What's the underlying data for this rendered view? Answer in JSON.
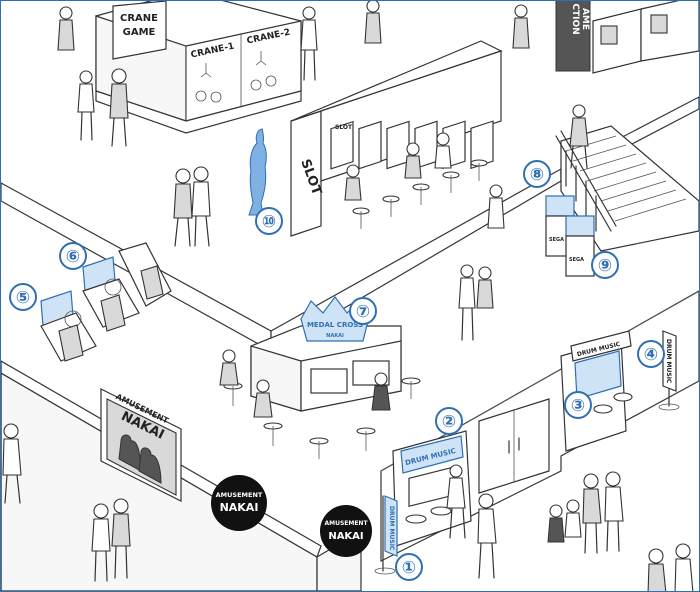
{
  "signs": {
    "crane_game": [
      "CRANE",
      "GAME"
    ],
    "crane_1": "CRANE-1",
    "crane_2": "CRANE-2",
    "action_game": [
      "CTION",
      "AME"
    ],
    "slot_wall": "SLOT",
    "slot_machine": "SLOT",
    "medal_cross": "MEDAL CROSS",
    "medal_cross_sub": "NAKAI",
    "drum_music": "DRUM MUSIC",
    "drum_music_banner": "DRUM MUSIC",
    "poster_amusement": "AMUSEMENT",
    "poster_nakai": "NAKAI",
    "circle_amusement": "AMUSEMENT",
    "circle_nakai": "NAKAI"
  },
  "markers": [
    {
      "label": "①",
      "target": "drum-music-banner"
    },
    {
      "label": "②",
      "target": "drum-music-cabinet-front"
    },
    {
      "label": "③",
      "target": "drum-music-cabinet-right"
    },
    {
      "label": "④",
      "target": "drum-music-stand-sign"
    },
    {
      "label": "⑤",
      "target": "racing-cabinet-left"
    },
    {
      "label": "⑥",
      "target": "racing-cabinet-rear"
    },
    {
      "label": "⑦",
      "target": "medal-cross-sign"
    },
    {
      "label": "⑧",
      "target": "stair-cabinet-top"
    },
    {
      "label": "⑨",
      "target": "stair-cabinet-bottom"
    },
    {
      "label": "⑩",
      "target": "cutout-figure"
    }
  ],
  "colors": {
    "accent": "#2f6fb3",
    "highlight": "#cfe3f6",
    "line": "#333333"
  }
}
